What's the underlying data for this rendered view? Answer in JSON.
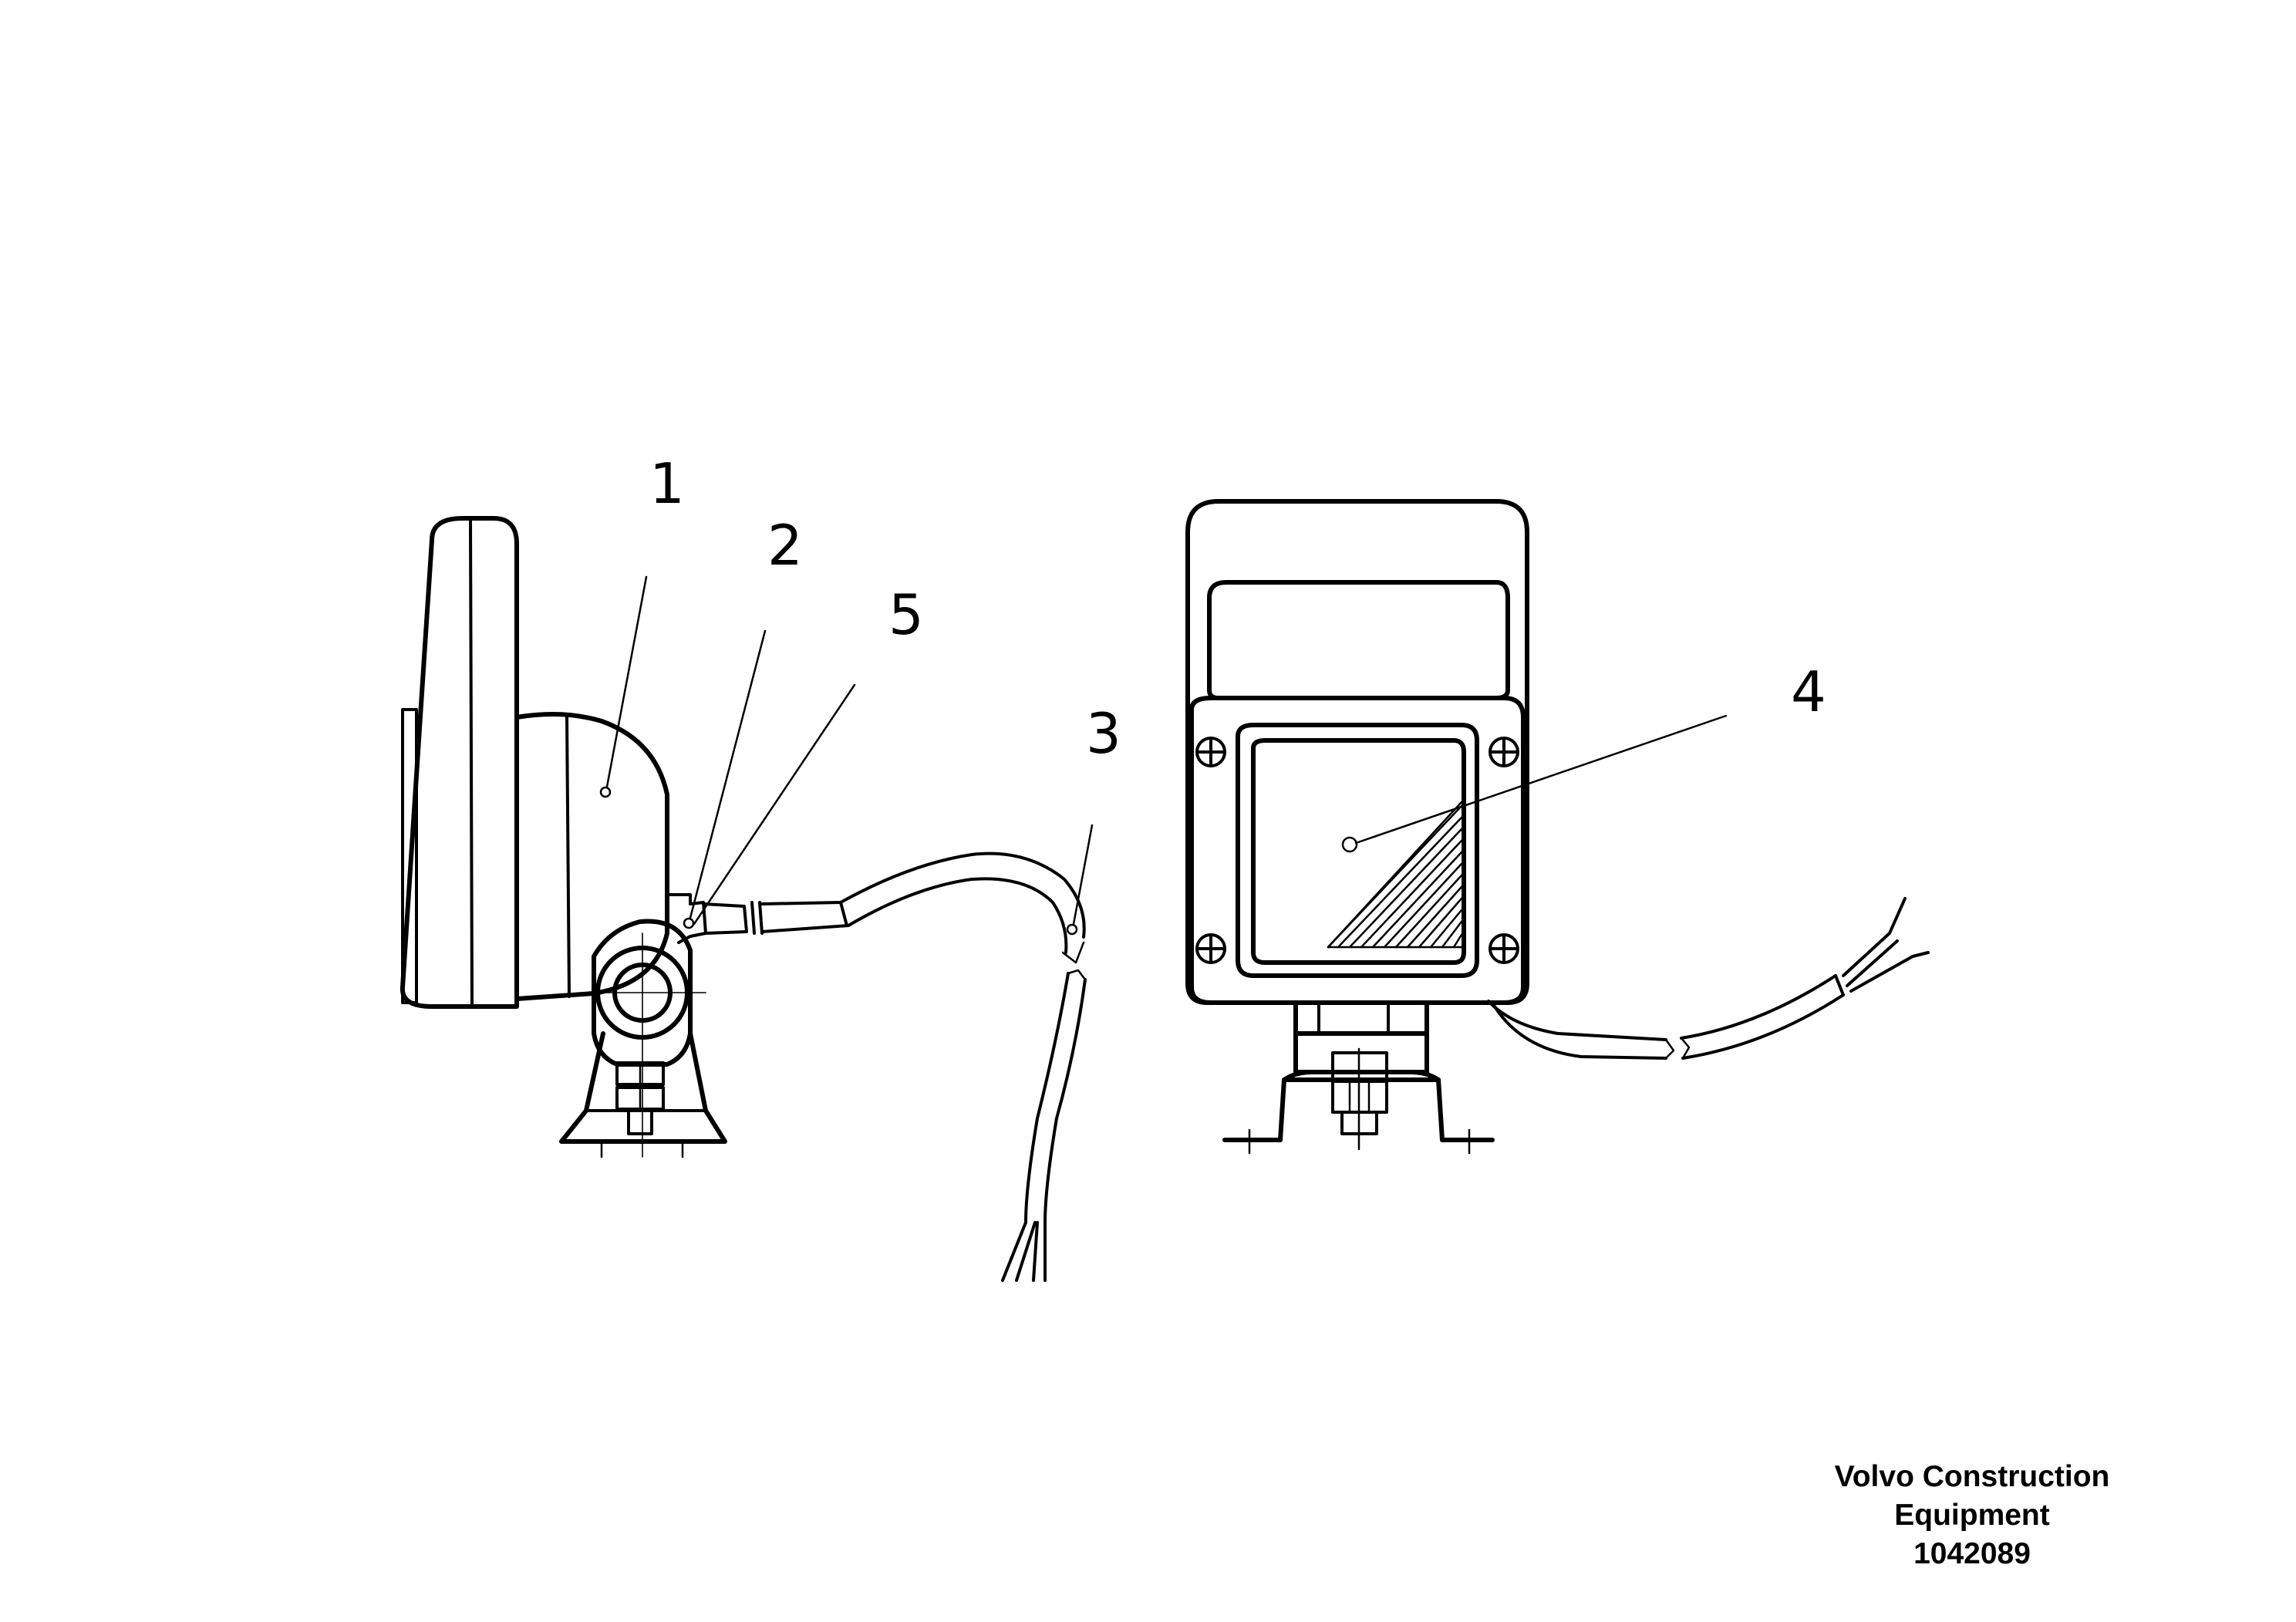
{
  "callouts": {
    "c1": "1",
    "c2": "2",
    "c3": "3",
    "c4": "4",
    "c5": "5"
  },
  "footer": {
    "line1": "Volvo Construction",
    "line2": "Equipment",
    "drawing_number": "1042089"
  }
}
